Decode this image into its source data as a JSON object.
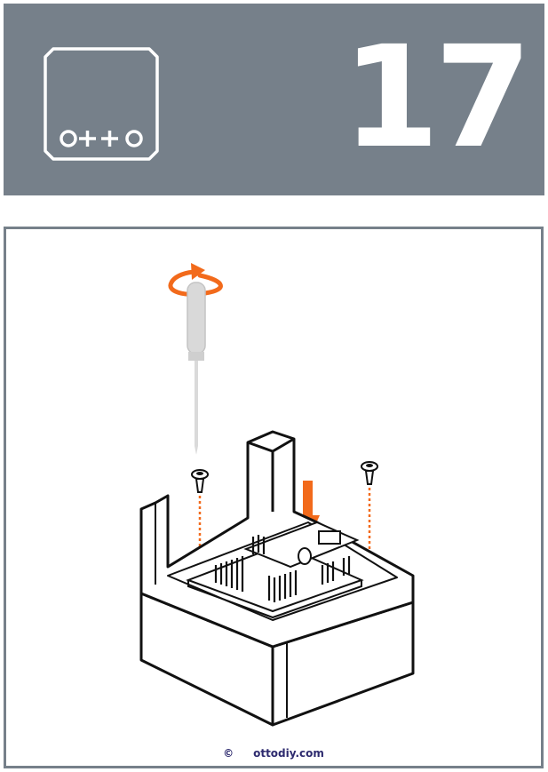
{
  "header": {
    "brand": "otto",
    "step_number": "17"
  },
  "colors": {
    "header_bg": "#76808a",
    "accent": "#f26a1b",
    "ink": "#111111",
    "footer_text": "#2d2a6e"
  },
  "footer": {
    "copyright_symbol": "©",
    "site": "ottodiy.com"
  },
  "icons": [
    "otto-logo-icon",
    "rotate-arrow-icon",
    "screwdriver-icon",
    "screw-icon",
    "down-arrow-icon"
  ]
}
